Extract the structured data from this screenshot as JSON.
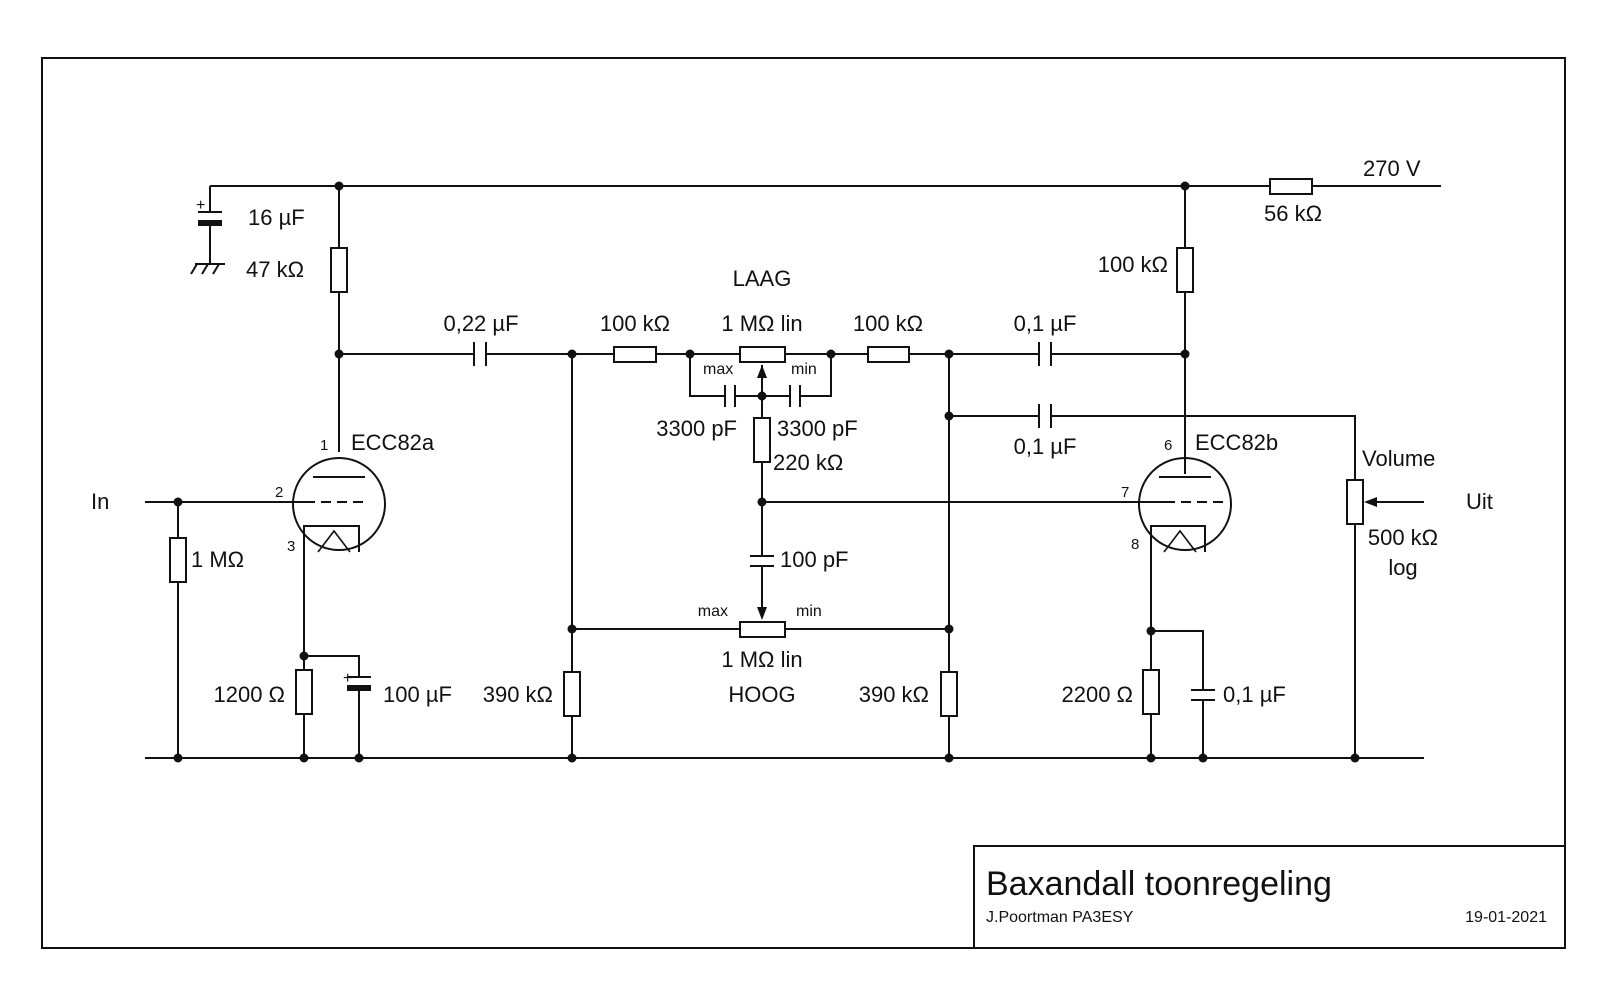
{
  "title_block": {
    "title": "Baxandall toonregeling",
    "author": "J.Poortman PA3ESY",
    "date": "19-01-2021"
  },
  "labels": {
    "supply_voltage": "270 V",
    "r_supply": "56 kΩ",
    "c_filter": "16 µF",
    "r_filter": "47 kΩ",
    "tone_low": "LAAG",
    "tone_high": "HOOG",
    "c_coupling_1": "0,22 µF",
    "r_low_left": "100 kΩ",
    "pot_low": "1 MΩ lin",
    "r_low_right": "100 kΩ",
    "c_coupling_2": "0,1 µF",
    "r_plate_b": "100 kΩ",
    "max_low": "max",
    "min_low": "min",
    "c_low_left": "3300 pF",
    "c_low_right": "3300 pF",
    "r_feedback": "220 kΩ",
    "c_feedback": "0,1 µF",
    "c_high": "100 pF",
    "max_high": "max",
    "min_high": "min",
    "pot_high": "1 MΩ lin",
    "tube_a": "ECC82a",
    "tube_b": "ECC82b",
    "input": "In",
    "output": "Uit",
    "r_grid": "1 MΩ",
    "r_cathode_a": "1200 Ω",
    "c_cathode_a": "100 µF",
    "r_divider_left": "390 kΩ",
    "r_divider_right": "390 kΩ",
    "r_cathode_b": "2200 Ω",
    "c_cathode_b": "0,1 µF",
    "volume": "Volume",
    "volume_value": "500 kΩ",
    "volume_taper": "log",
    "pin_a_plate": "1",
    "pin_a_grid": "2",
    "pin_a_cathode": "3",
    "pin_b_plate": "6",
    "pin_b_grid": "7",
    "pin_b_cathode": "8",
    "plus_filter": "+",
    "plus_cathode": "+"
  }
}
